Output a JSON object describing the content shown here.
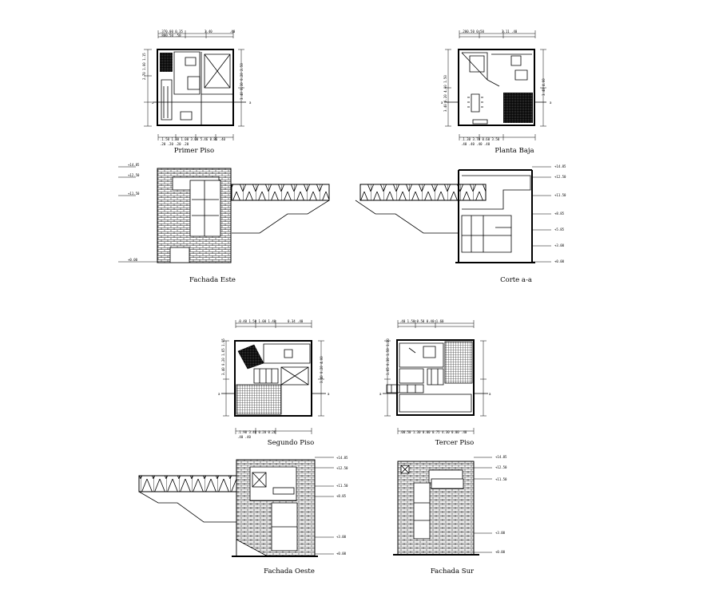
{
  "drawings": {
    "primer_piso": {
      "title": "Primer Piso"
    },
    "planta_baja": {
      "title": "Planta Baja"
    },
    "fachada_este": {
      "title": "Fachada Este"
    },
    "corte_aa": {
      "title": "Corte a-a"
    },
    "segundo_piso": {
      "title": "Segundo Piso"
    },
    "tercer_piso": {
      "title": "Tercer Piso"
    },
    "fachada_oeste": {
      "title": "Fachada Oeste"
    },
    "fachada_sur": {
      "title": "Fachada Sur"
    }
  },
  "levels": {
    "top": "+14.85",
    "upper": "+12.50",
    "mid": "+11.50",
    "l4": "+8.85",
    "l3": "+5.85",
    "l2": "+3.00",
    "ground": "+0.00"
  },
  "colors": {
    "ink": "#000000",
    "paper": "#ffffff"
  }
}
